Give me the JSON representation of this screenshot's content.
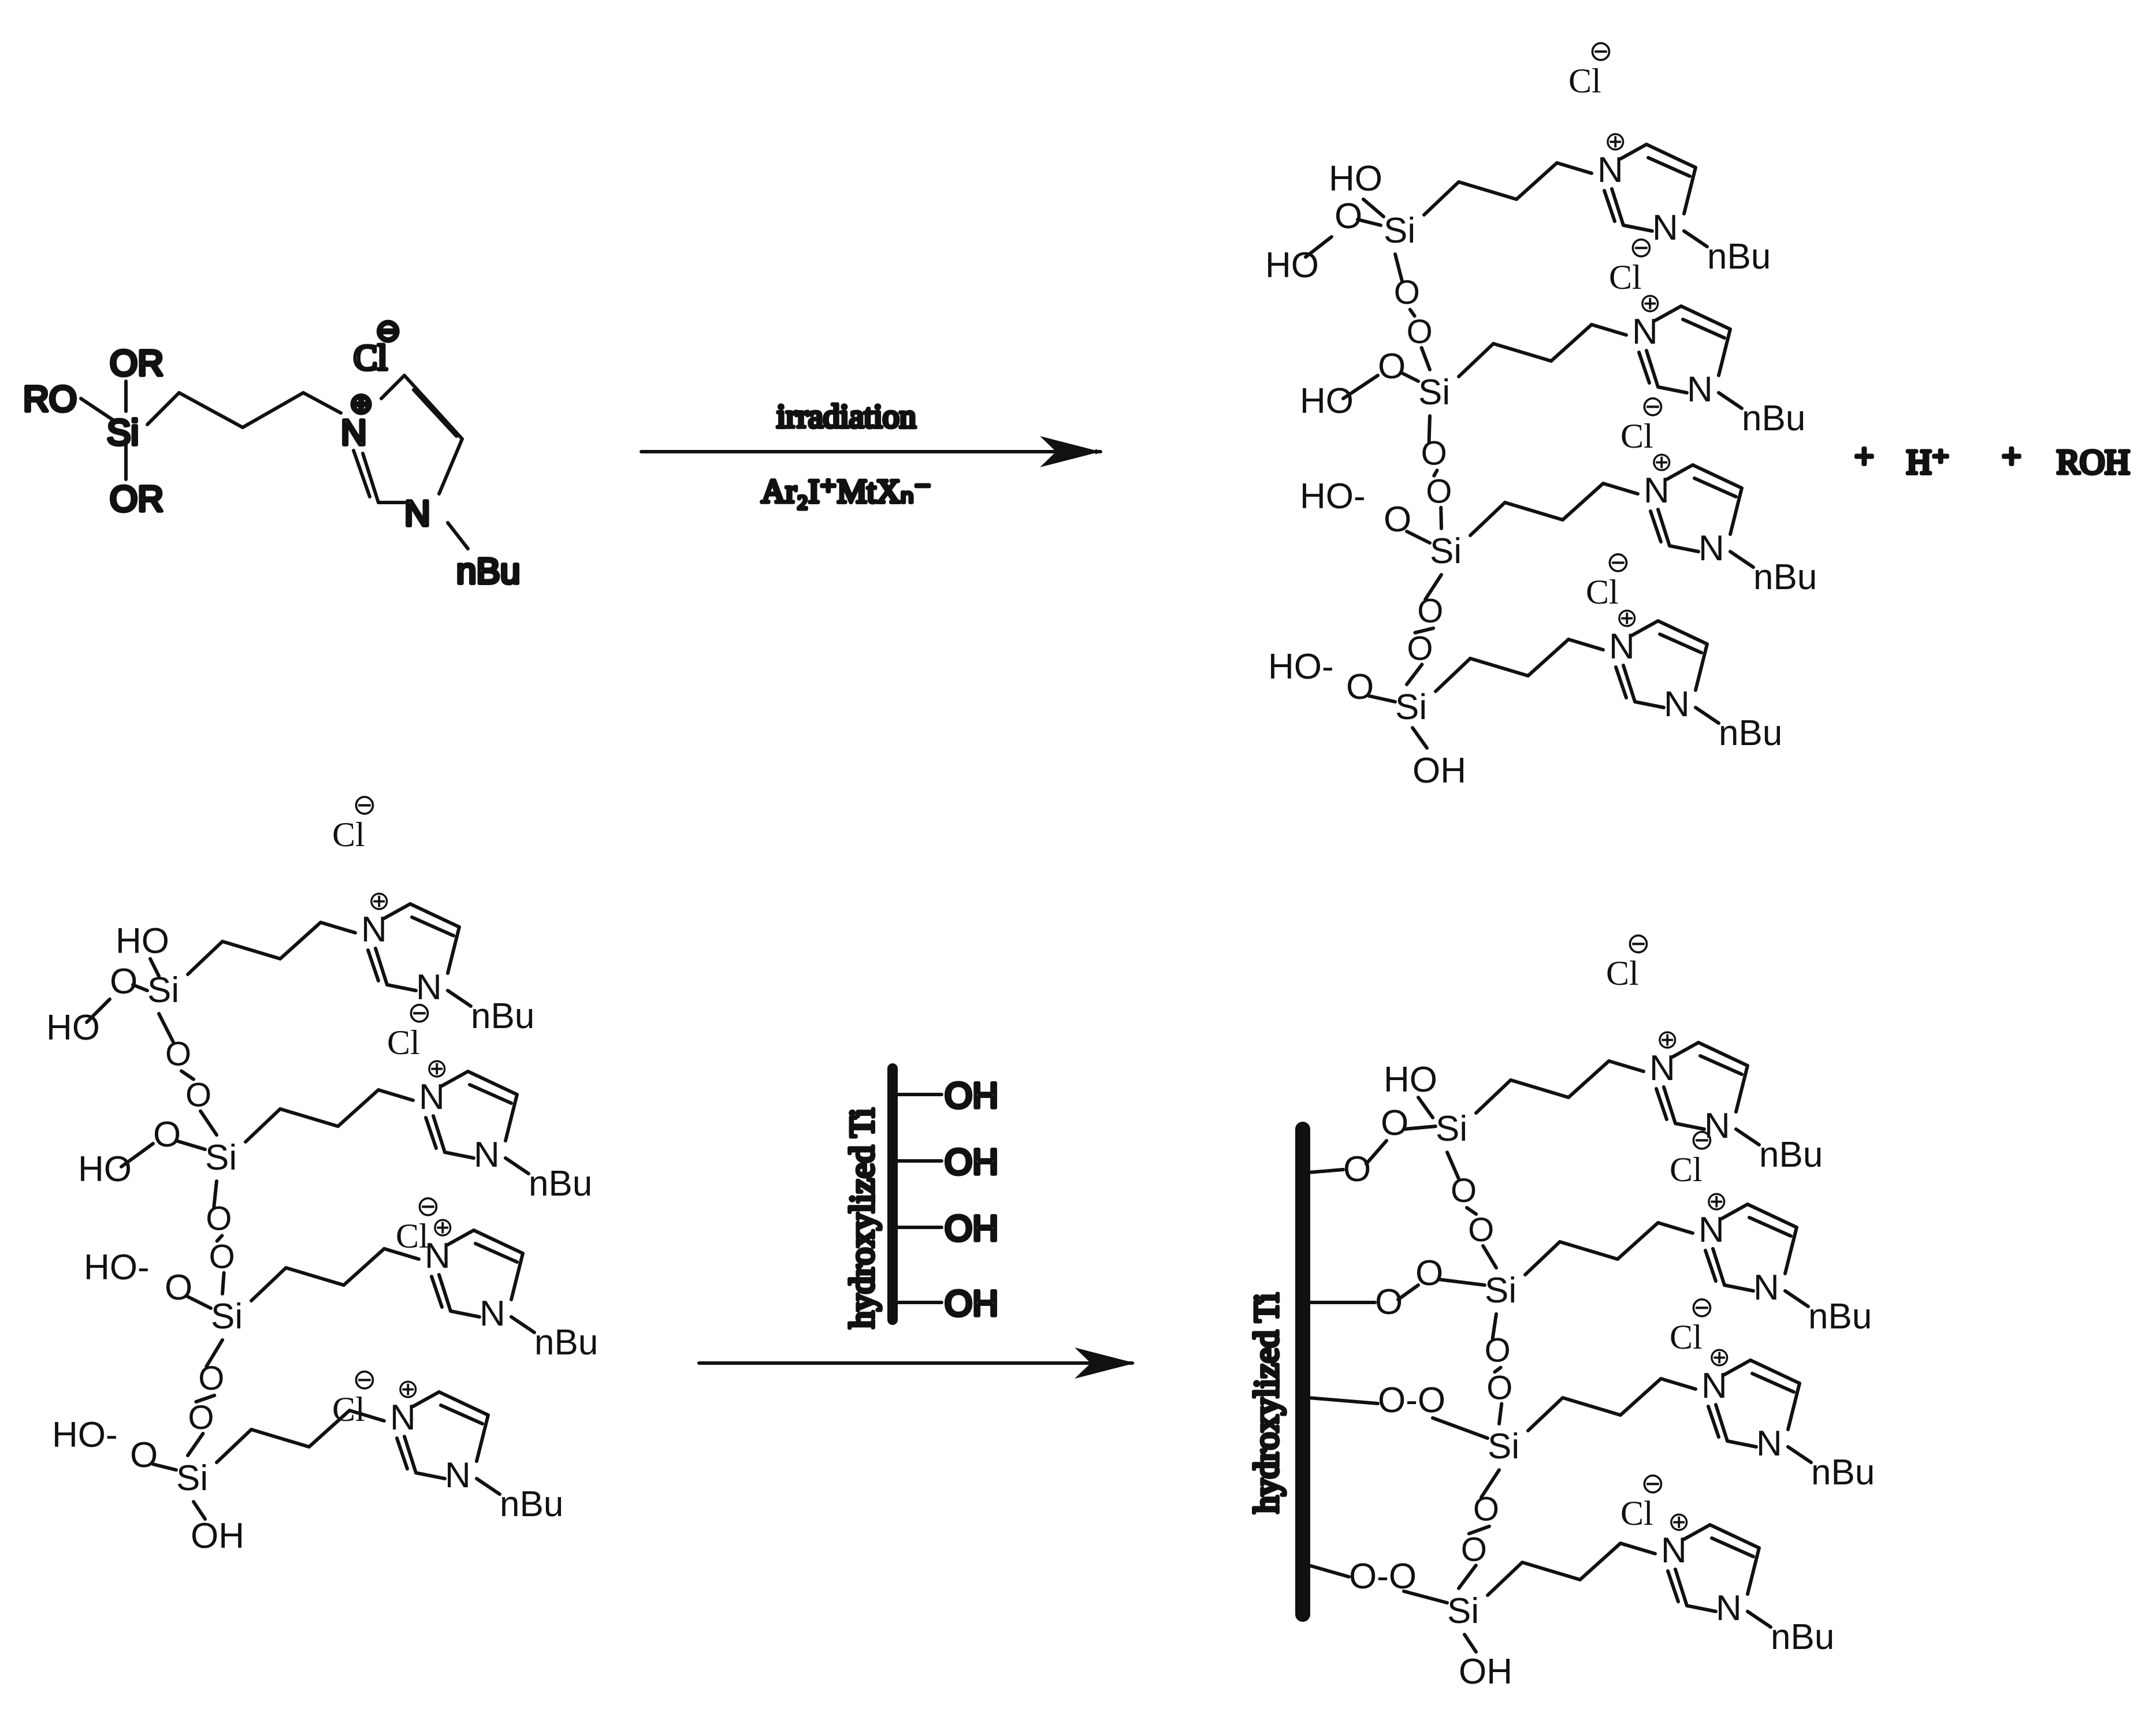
{
  "labels": {
    "RO": "RO",
    "OR": "OR",
    "Si": "Si",
    "N": "N",
    "nBu": "nBu",
    "Cl": "Cl",
    "HO": "HO",
    "OH": "OH",
    "O": "O",
    "plus_sign": "⊕",
    "minus_sign": "⊖"
  },
  "reaction1": {
    "condition_above": "irradiation",
    "condition_below": "Ar₂I⁺MtXₙ⁻",
    "byproducts": [
      "+",
      "H⁺",
      "+",
      "ROH"
    ]
  },
  "reaction2": {
    "reagent_label": "hydroxylized Ti",
    "reagent_groups": [
      "OH",
      "OH",
      "OH",
      "OH"
    ],
    "surface_label": "hydroxylized Ti"
  },
  "colors": {
    "ink": "#111111",
    "background": "#ffffff"
  }
}
